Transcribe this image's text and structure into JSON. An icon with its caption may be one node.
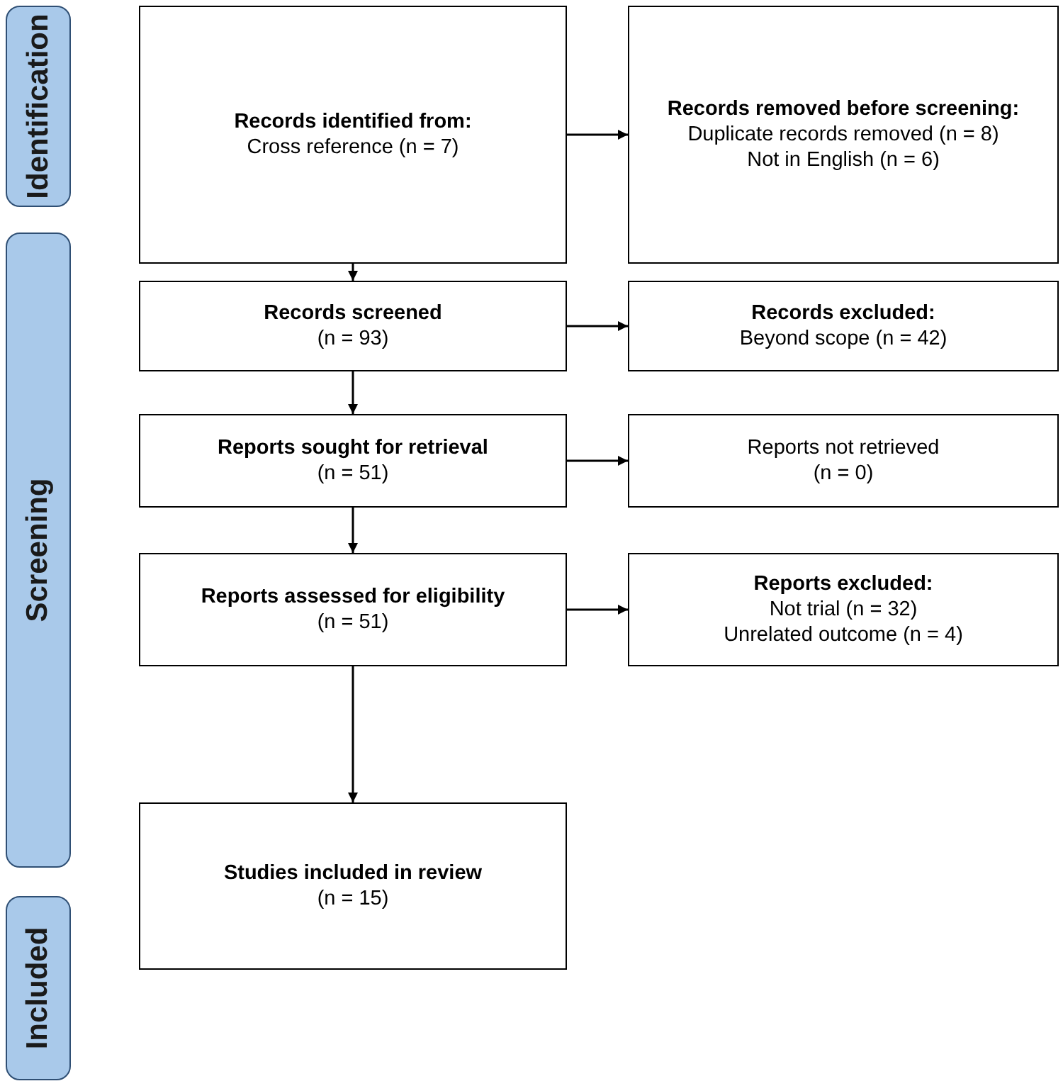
{
  "diagram": {
    "nodes": [
      {
        "text": [
          "Identification"
        ]
      },
      {
        "text": [
          "Screening"
        ]
      },
      {
        "text": [
          "Included"
        ]
      },
      {
        "text": [
          "Records identified from:",
          "Cross reference (n = 7)"
        ]
      },
      {
        "text": [
          "Records removed before screening:",
          "Duplicate records removed (n = 8)",
          "Not in English (n = 6)"
        ]
      },
      {
        "text": [
          "Records screened",
          "(n = 93)"
        ]
      },
      {
        "text": [
          "Records excluded:",
          "Beyond scope (n = 42)"
        ]
      },
      {
        "text": [
          "Reports sought for retrieval",
          "(n = 51)"
        ]
      },
      {
        "text": [
          "Reports not retrieved",
          "(n = 0)"
        ]
      },
      {
        "text": [
          "Reports assessed for eligibility",
          "(n = 51)"
        ]
      },
      {
        "text": [
          "Reports excluded:",
          "Not trial (n = 32)",
          "Unrelated outcome (n = 4)"
        ]
      },
      {
        "text": [
          "Studies included in review",
          "(n = 15)"
        ]
      }
    ],
    "edges": [
      {
        "from": 3,
        "to": 4,
        "arrow": "to"
      },
      {
        "from": 3,
        "to": 5,
        "arrow": "to"
      },
      {
        "from": 5,
        "to": 6,
        "arrow": "to"
      },
      {
        "from": 5,
        "to": 7,
        "arrow": "to"
      },
      {
        "from": 7,
        "to": 8,
        "arrow": "to"
      },
      {
        "from": 7,
        "to": 9,
        "arrow": "to"
      },
      {
        "from": 9,
        "to": 10,
        "arrow": "to"
      },
      {
        "from": 9,
        "to": 11,
        "arrow": "to"
      }
    ]
  }
}
